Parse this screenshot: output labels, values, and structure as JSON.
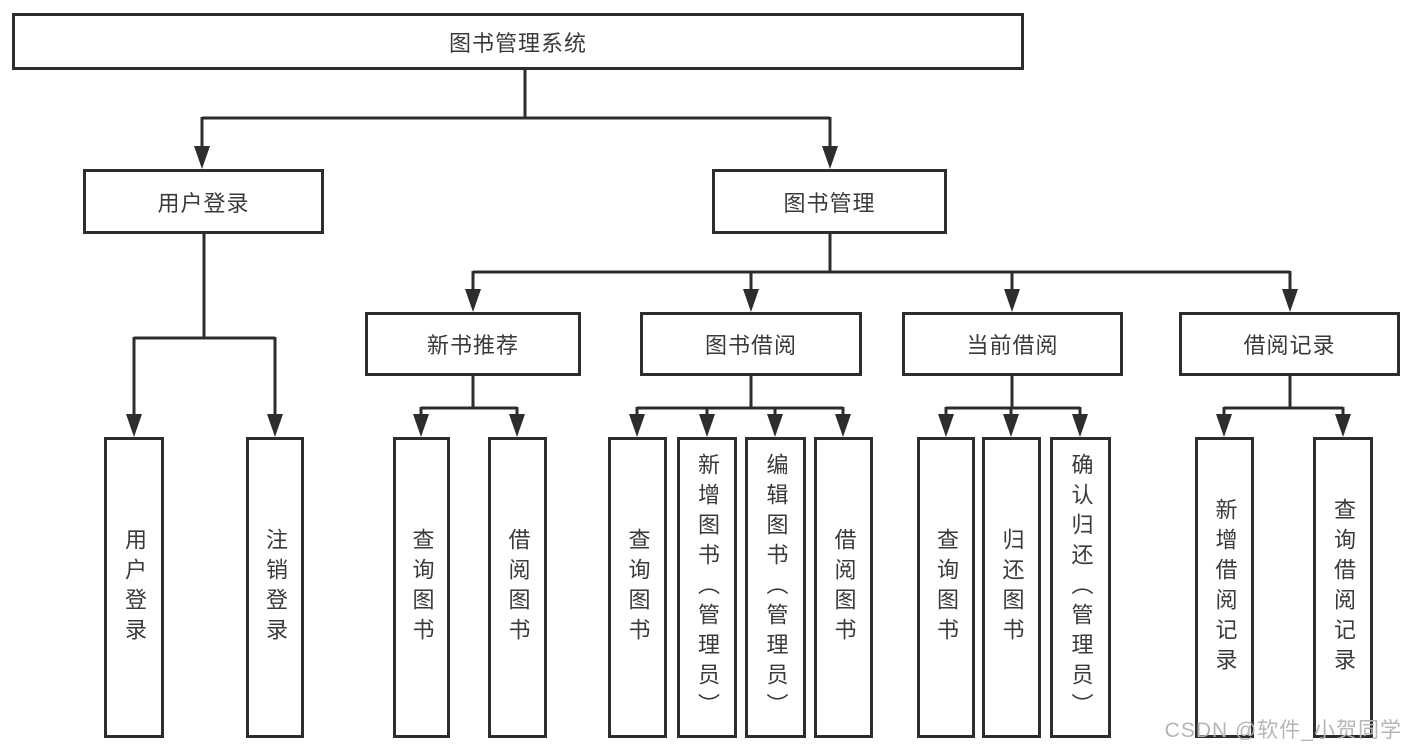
{
  "diagram": {
    "type": "hierarchy",
    "colors": {
      "line": "#2d2d2d",
      "box_border": "#2d2d2d",
      "text": "#3a3a3a",
      "background": "#ffffff",
      "watermark": "#b3b6b9"
    },
    "tree": {
      "root": "图书管理系统",
      "children": [
        {
          "label": "用户登录",
          "children": [
            "用户登录",
            "注销登录"
          ]
        },
        {
          "label": "图书管理",
          "children": [
            {
              "label": "新书推荐",
              "children": [
                "查询图书",
                "借阅图书"
              ]
            },
            {
              "label": "图书借阅",
              "children": [
                "查询图书",
                "新增图书（管理员）",
                "编辑图书（管理员）",
                "借阅图书"
              ]
            },
            {
              "label": "当前借阅",
              "children": [
                "查询图书",
                "归还图书",
                "确认归还（管理员）"
              ]
            },
            {
              "label": "借阅记录",
              "children": [
                "新增借阅记录",
                "查询借阅记录"
              ]
            }
          ]
        }
      ]
    },
    "watermark": "CSDN @软件_小贺同学"
  }
}
